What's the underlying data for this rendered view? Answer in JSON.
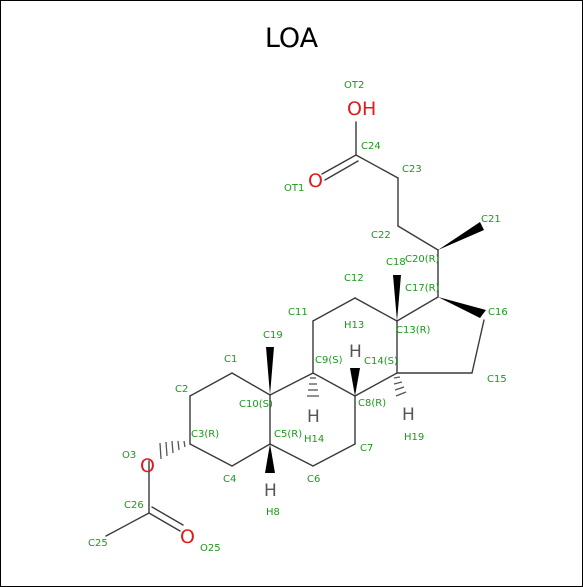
{
  "title": "LOA",
  "colors": {
    "label": "#1a9a1a",
    "oxygen": "#e01b1b",
    "bond": "#3a3a3a",
    "hydrogen": "#555555"
  },
  "atoms": {
    "OT2": "OT2",
    "OH": "OH",
    "C24": "C24",
    "C23": "C23",
    "OT1": "OT1",
    "O_dbl": "O",
    "C21": "C21",
    "C22": "C22",
    "C20": "C20(R)",
    "C18": "C18",
    "C17": "C17(R)",
    "C12": "C12",
    "C16": "C16",
    "C11": "C11",
    "H13": "H13",
    "C13": "C13(R)",
    "C19": "C19",
    "C9": "C9(S)",
    "C14": "C14(S)",
    "C1": "C1",
    "C15": "C15",
    "C2": "C2",
    "C10": "C10(S)",
    "C8": "C8(R)",
    "C5": "C5(R)",
    "H14": "H14",
    "H19": "H19",
    "C3": "C3(R)",
    "C7": "C7",
    "O3_label": "O3",
    "O3_atom": "O",
    "C4": "C4",
    "C6": "C6",
    "C26": "C26",
    "H8": "H8",
    "C25": "C25",
    "O25": "O25",
    "O_ester": "O",
    "H": "H"
  }
}
